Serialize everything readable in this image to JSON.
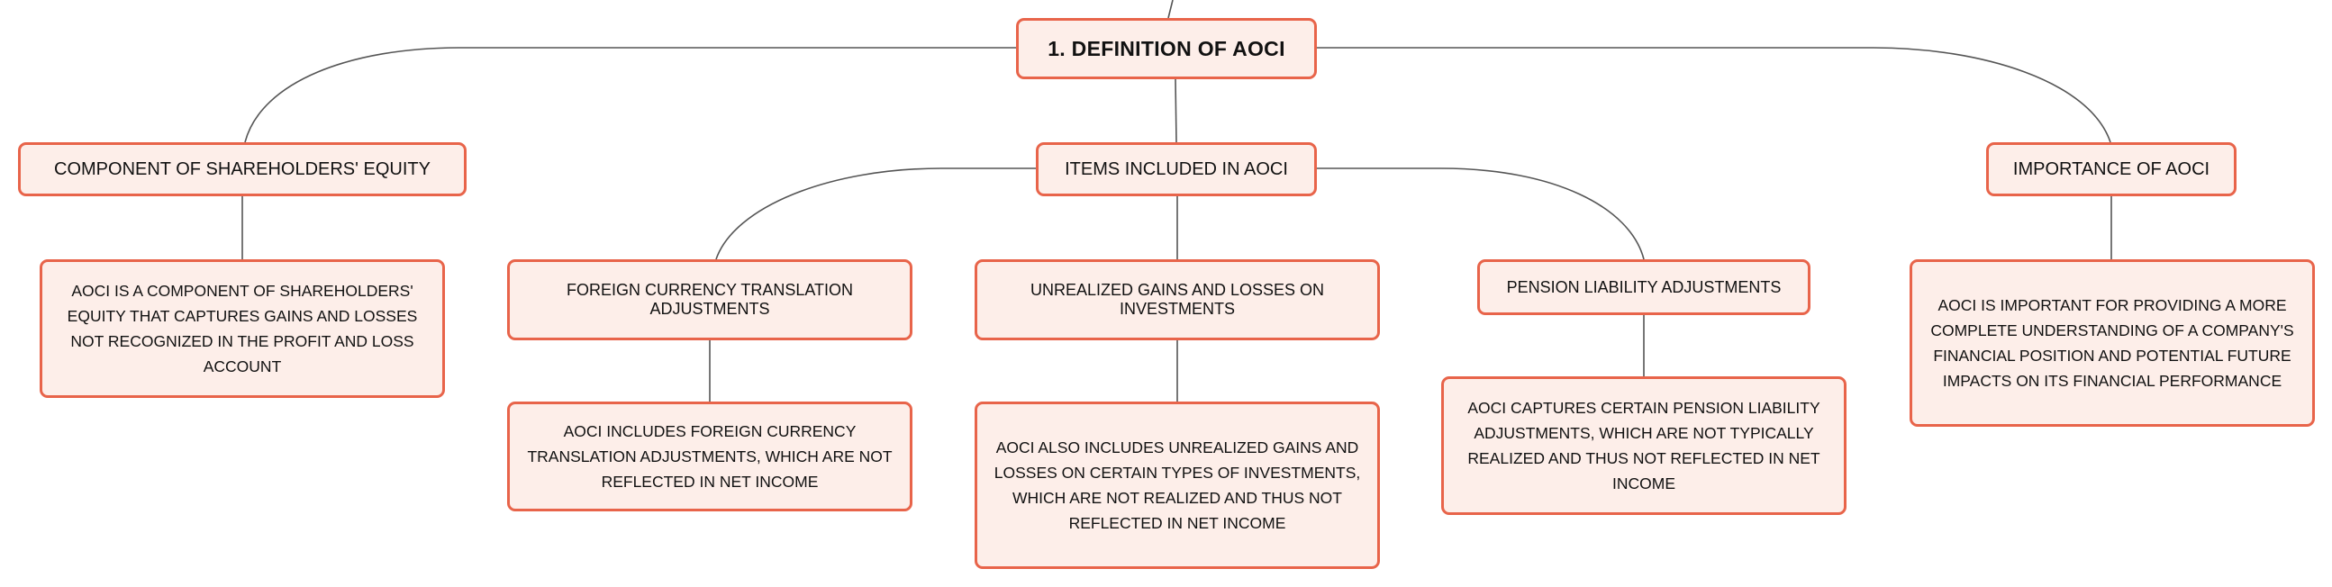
{
  "root": {
    "label": "1. DEFINITION OF AOCI"
  },
  "branches": [
    {
      "label": "COMPONENT OF SHAREHOLDERS' EQUITY",
      "children": [
        {
          "label": "AOCI IS A COMPONENT OF SHAREHOLDERS' EQUITY THAT CAPTURES GAINS AND LOSSES NOT RECOGNIZED IN THE PROFIT AND LOSS ACCOUNT"
        }
      ]
    },
    {
      "label": "ITEMS INCLUDED IN AOCI",
      "children": [
        {
          "label": "FOREIGN CURRENCY TRANSLATION ADJUSTMENTS",
          "children": [
            {
              "label": "AOCI INCLUDES FOREIGN CURRENCY TRANSLATION ADJUSTMENTS, WHICH ARE NOT REFLECTED IN NET INCOME"
            }
          ]
        },
        {
          "label": "UNREALIZED GAINS AND LOSSES ON INVESTMENTS",
          "children": [
            {
              "label": "AOCI ALSO INCLUDES UNREALIZED GAINS AND LOSSES ON CERTAIN TYPES OF INVESTMENTS, WHICH ARE NOT REALIZED AND THUS NOT REFLECTED IN NET INCOME"
            }
          ]
        },
        {
          "label": "PENSION LIABILITY ADJUSTMENTS",
          "children": [
            {
              "label": "AOCI CAPTURES CERTAIN PENSION LIABILITY ADJUSTMENTS, WHICH ARE NOT TYPICALLY REALIZED AND THUS NOT REFLECTED IN NET INCOME"
            }
          ]
        }
      ]
    },
    {
      "label": "IMPORTANCE OF AOCI",
      "children": [
        {
          "label": "AOCI IS IMPORTANT FOR PROVIDING A MORE COMPLETE UNDERSTANDING OF A COMPANY'S FINANCIAL POSITION AND POTENTIAL FUTURE IMPACTS ON ITS FINANCIAL PERFORMANCE"
        }
      ]
    }
  ],
  "colors": {
    "node_fill": "#fdeee9",
    "node_border": "#e8644a",
    "connector": "#555555",
    "text": "#111111"
  }
}
